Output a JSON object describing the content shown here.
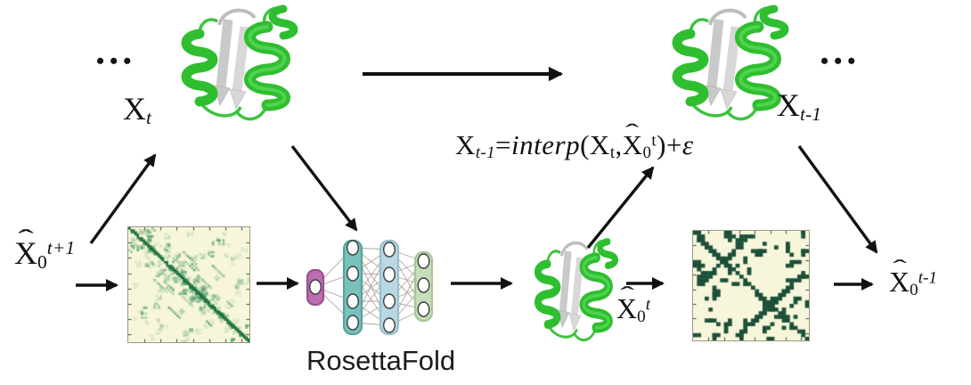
{
  "labels": {
    "hat": "ˆ",
    "ellipsis": "•••",
    "x_t": {
      "base": "X",
      "sub": "t"
    },
    "x_t_minus_1": {
      "base": "X",
      "sub": "t-1"
    },
    "xhat0_t_plus_1": {
      "base": "X",
      "sub": "0",
      "sup": "t+1"
    },
    "xhat0_t": {
      "base": "X",
      "sub": "0",
      "sup": "t"
    },
    "xhat0_t_minus_1": {
      "base": "X",
      "sub": "0",
      "sup": "t-1"
    },
    "rosettafold": "RosettaFold"
  },
  "formula": {
    "lhs_base": "X",
    "lhs_sub": "t-1",
    "equals": "=",
    "func": "interp",
    "open_paren": "(",
    "arg1_base": "X",
    "arg1_sub": "t",
    "comma": ",",
    "arg2_base": "X",
    "arg2_sub": "0",
    "arg2_sup": "t",
    "close_paren": ")",
    "plus": "+",
    "epsilon": "ε"
  },
  "colors": {
    "arrow": "#111111",
    "protein_green": "#2fbe2f",
    "protein_green_hi": "#63df63",
    "protein_gray": "#c9c9c9",
    "map_bg": "#f7f6da",
    "map1_dot": "#2e8b57",
    "map1_diag": "#156e38",
    "map2_dot": "#1b4f38",
    "map_tick": "#3a4a3a",
    "nn_input_fill": "#bc6db2",
    "nn_l1_fill": "#79c2bb",
    "nn_l2_fill": "#b9d8e2",
    "nn_l3_fill": "#c6deba",
    "nn_line": "#b3a89e"
  },
  "contact_maps": {
    "map1": {
      "style": "fuzzy",
      "grid": 58,
      "seed": 11,
      "ticks": 7
    },
    "map2": {
      "style": "blocky",
      "grid": 30,
      "seed": 23,
      "ticks": 7,
      "antidiags": [
        {
          "sum": 15,
          "from": 1,
          "to": 14
        },
        {
          "sum": 39,
          "from": 11,
          "to": 28
        }
      ]
    }
  }
}
